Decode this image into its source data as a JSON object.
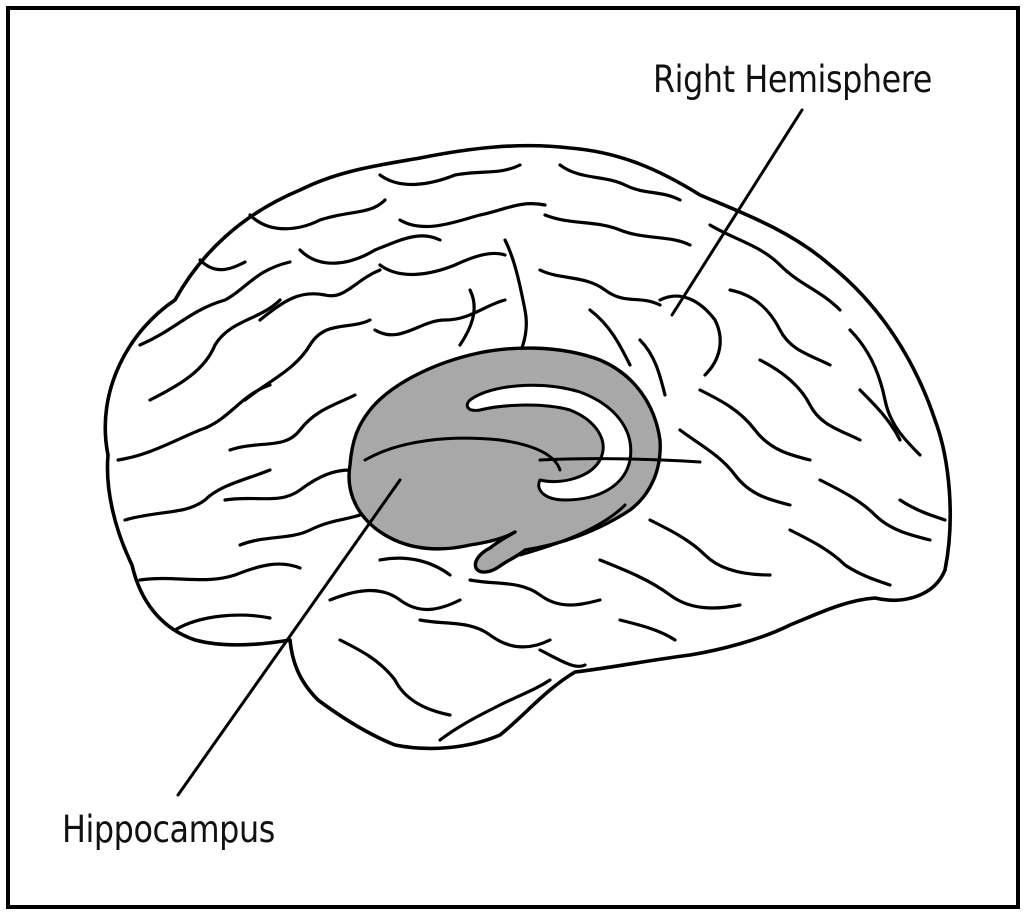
{
  "labels": {
    "right_hemisphere": "Right Hemisphere",
    "hippocampus": "Hippocampus"
  },
  "colors": {
    "outline": "#000000",
    "highlight_fill": "#a8a8a8",
    "background": "#ffffff"
  },
  "icons": {
    "brain": "brain-lateral-view-illustration"
  }
}
